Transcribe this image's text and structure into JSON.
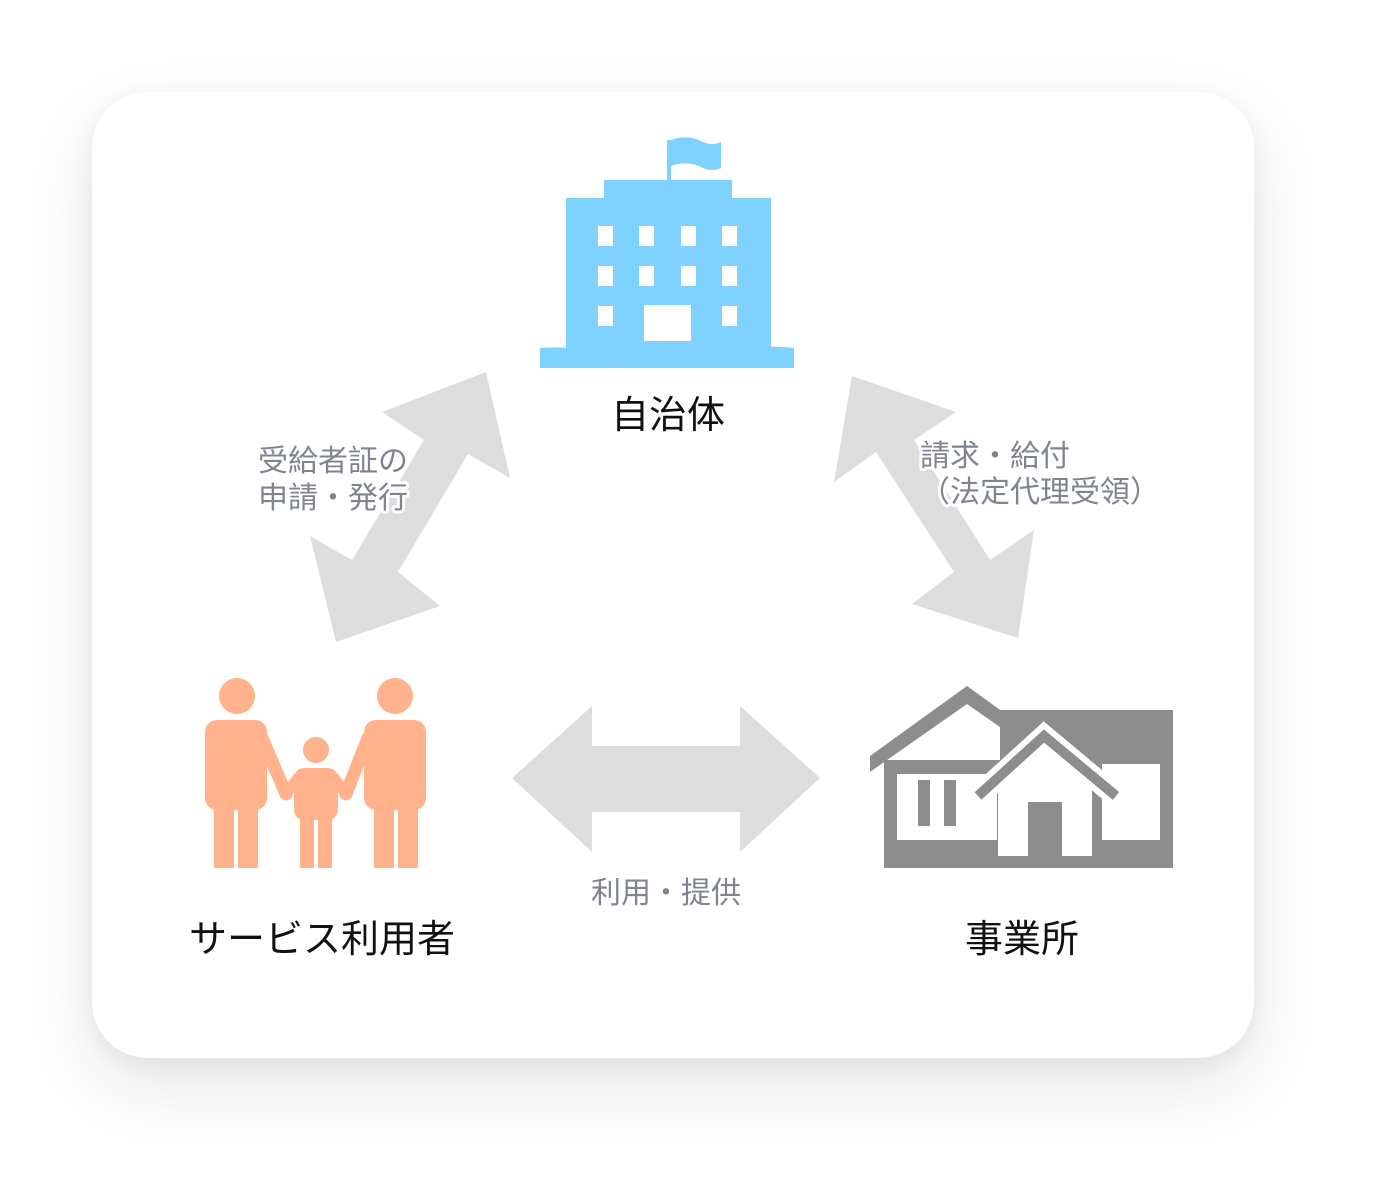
{
  "nodes": {
    "municipality": {
      "label": "自治体",
      "icon": "government-building-icon",
      "color": "#7fd1fe"
    },
    "service_user": {
      "label": "サービス利用者",
      "icon": "family-icon",
      "color": "#ffb28c"
    },
    "business_office": {
      "label": "事業所",
      "icon": "houses-icon",
      "color": "#8d8d8d"
    }
  },
  "edges": {
    "user_municipality": {
      "line1": "受給者証の",
      "line2": "申請・発行"
    },
    "municipality_office": {
      "line1": "請求・給付",
      "line2": "（法定代理受領）"
    },
    "user_office": {
      "label": "利用・提供"
    }
  },
  "colors": {
    "arrow": "#dddddd",
    "edge_text": "#7e8591",
    "node_text": "#111111"
  }
}
